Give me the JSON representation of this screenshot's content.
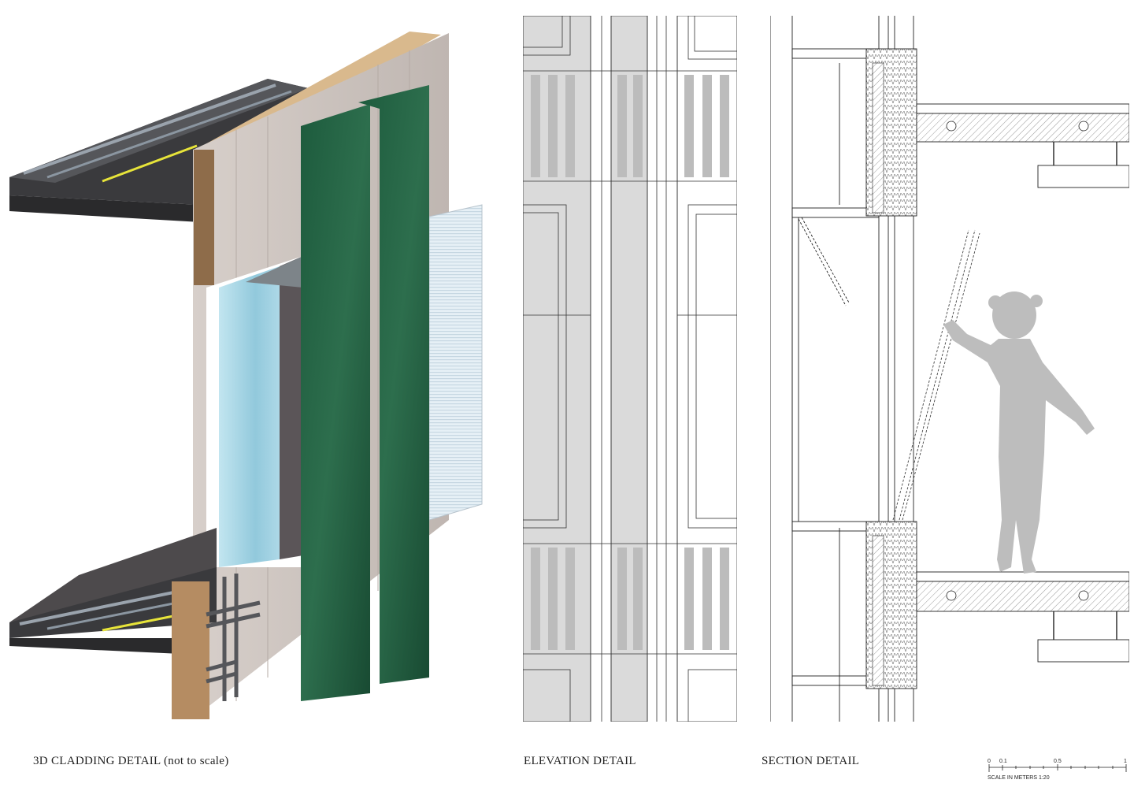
{
  "captions": {
    "render": "3D CLADDING DETAIL (not to scale)",
    "elevation": "ELEVATION DETAIL",
    "section": "SECTION DETAIL"
  },
  "scale_bar": {
    "ticks": [
      "0",
      "0.1",
      "0.5",
      "1"
    ],
    "label": "SCALE IN METERS 1:20"
  },
  "colors": {
    "stone": "#cfc6c1",
    "green_marble": "#1f5a3c",
    "glass_blue": "#9fcfe0",
    "slab_dark": "#3a3a3d",
    "insulation_yellow": "#e7e43a",
    "wood": "#b58c62",
    "silhouette": "#bdbdbd",
    "elevation_fill": "#dadada",
    "elevation_dark": "#bcbcbc"
  }
}
